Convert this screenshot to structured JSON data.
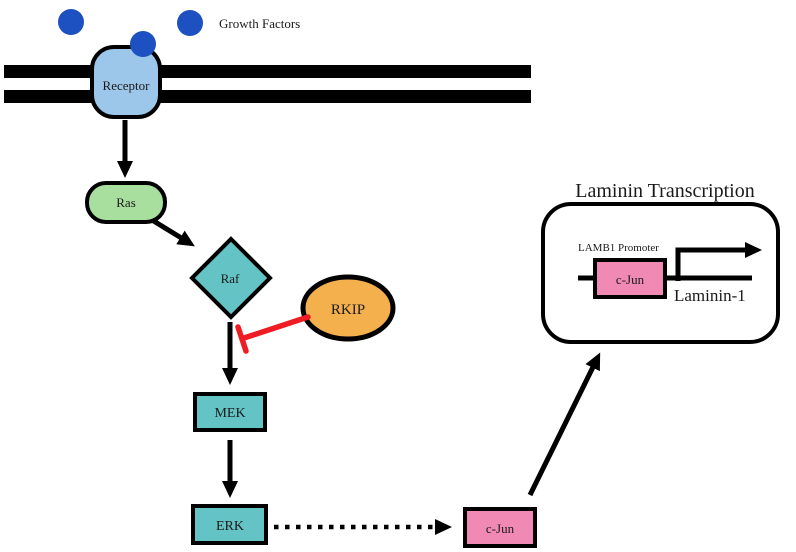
{
  "diagram": {
    "title": "Laminin Transcription",
    "nodes": {
      "growth_factors_label": "Growth Factors",
      "receptor": "Receptor",
      "ras": "Ras",
      "raf": "Raf",
      "rkip": "RKIP",
      "mek": "MEK",
      "erk": "ERK",
      "cjun": "c-Jun",
      "lamb1_promoter": "LAMB1 Promoter",
      "promoter_cjun": "c-Jun",
      "laminin1": "Laminin-1"
    },
    "colors": {
      "growth_factor": "#1d50c0",
      "receptor": "#9cc7ea",
      "ras": "#a8df9e",
      "kinase": "#64c3c5",
      "rkip": "#f5b04e",
      "cjun": "#f08ab5",
      "inhibition": "#f01c23",
      "line": "#000000",
      "box_fill": "#ffffff"
    }
  }
}
